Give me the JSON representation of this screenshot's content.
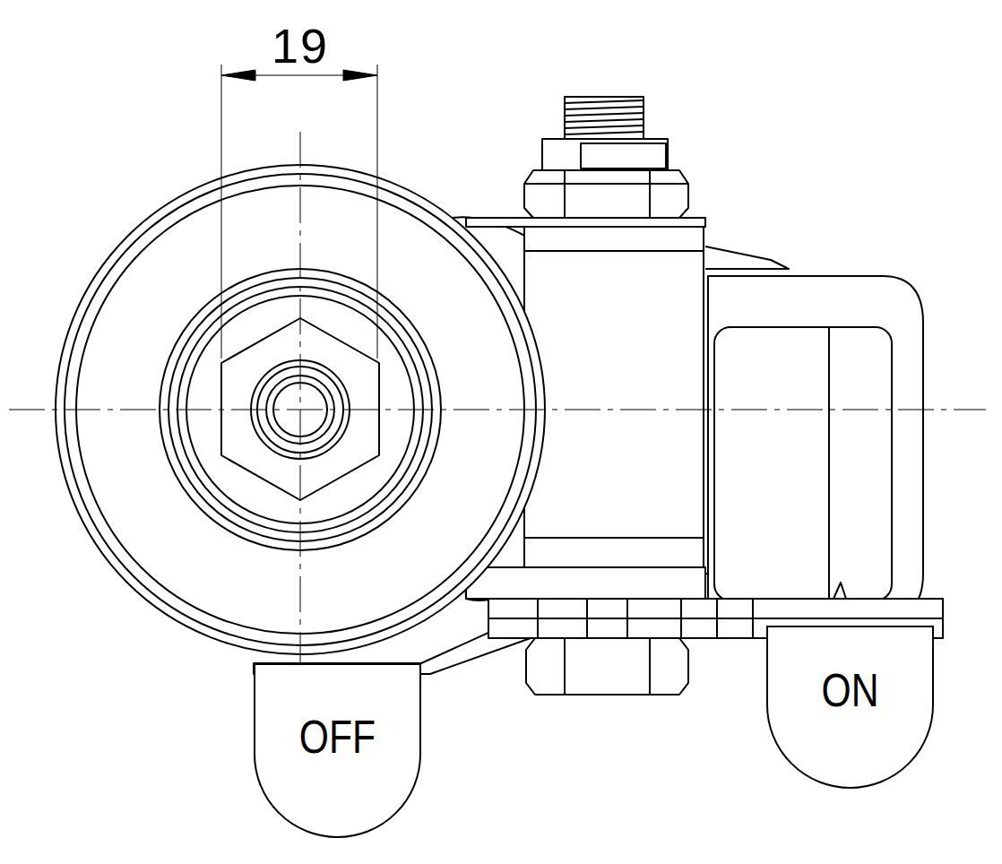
{
  "diagram": {
    "nodes": [
      {
        "text": [
          "OFF"
        ]
      },
      {
        "text": [
          "ON"
        ]
      }
    ],
    "labels": [
      "19"
    ]
  }
}
